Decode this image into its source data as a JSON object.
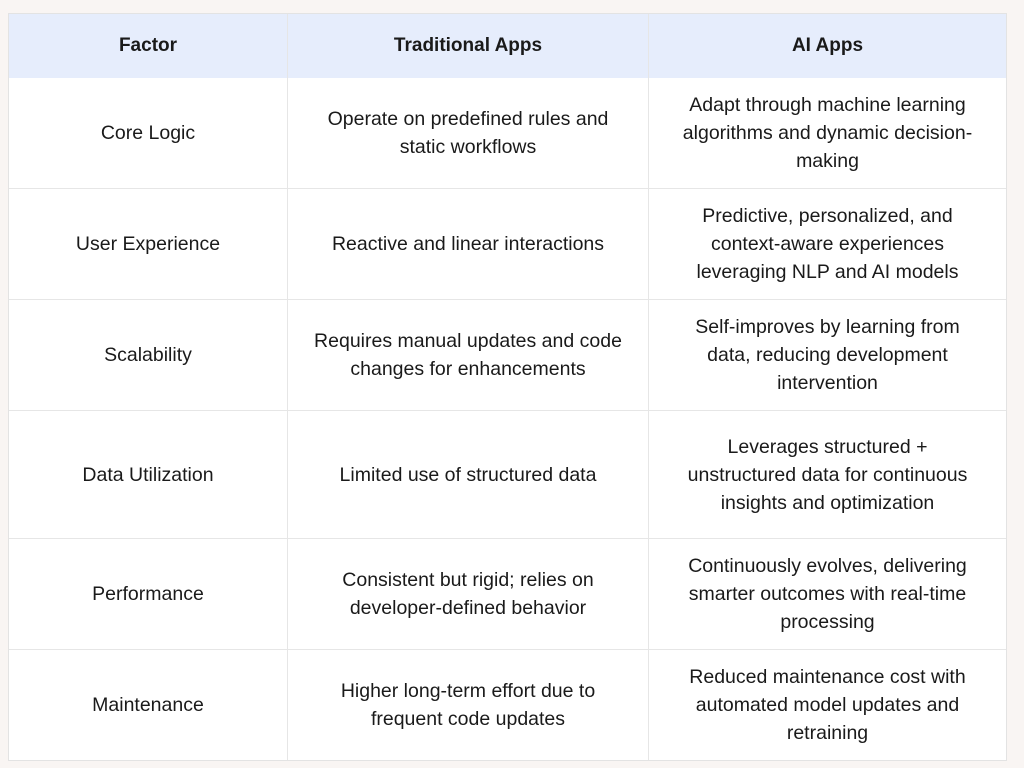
{
  "table": {
    "headers": [
      "Factor",
      "Traditional Apps",
      "AI Apps"
    ],
    "rows": [
      {
        "factor": "Core Logic",
        "traditional": [
          "Operate on predefined rules and",
          "static workflows"
        ],
        "ai": [
          "Adapt through machine learning",
          "algorithms and dynamic decision-",
          "making"
        ],
        "height": 110
      },
      {
        "factor": "User Experience",
        "traditional": [
          "Reactive and linear interactions"
        ],
        "ai": [
          "Predictive, personalized, and",
          "context-aware experiences",
          "leveraging NLP and AI models"
        ],
        "height": 110
      },
      {
        "factor": "Scalability",
        "traditional": [
          "Requires manual updates and code",
          "changes for enhancements"
        ],
        "ai": [
          "Self-improves by learning from",
          "data, reducing development",
          "intervention"
        ],
        "height": 110
      },
      {
        "factor": "Data Utilization",
        "traditional": [
          "Limited use of structured data"
        ],
        "ai": [
          "Leverages structured +",
          "unstructured data for continuous",
          "insights and optimization"
        ],
        "height": 127
      },
      {
        "factor": "Performance",
        "traditional": [
          "Consistent but rigid; relies on",
          "developer-defined behavior"
        ],
        "ai": [
          "Continuously evolves, delivering",
          "smarter outcomes with real-time",
          "processing"
        ],
        "height": 110
      },
      {
        "factor": "Maintenance",
        "traditional": [
          "Higher long-term effort due to",
          "frequent code updates"
        ],
        "ai": [
          "Reduced maintenance cost with",
          "automated model updates and",
          "retraining"
        ],
        "height": 110
      }
    ]
  }
}
